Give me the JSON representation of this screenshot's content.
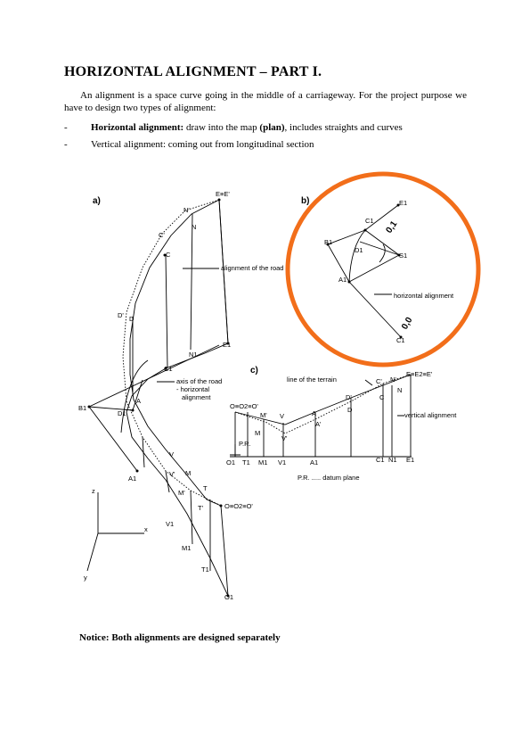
{
  "title": "HORIZONTAL ALIGNMENT – PART I.",
  "intro": "An alignment is a space curve going in the middle of a carriageway. For the project purpose we have to design two types of alignment:",
  "bullets": [
    {
      "dash": "-",
      "bold": "Horizontal alignment:",
      "mid": " draw into the map ",
      "bold2": "(plan)",
      "rest": ", includes straights and curves"
    },
    {
      "dash": "-",
      "text": "Vertical alignment: coming out from longitudinal section"
    }
  ],
  "figure": {
    "panel_a": {
      "tag": "a)",
      "labels": {
        "E": "E≡E'",
        "N_": "N'",
        "N": "N",
        "C_": "C'",
        "C": "C",
        "align": "alignment of the road",
        "D_": "D'",
        "D": "D",
        "E1": "E1",
        "N1": "N1",
        "C1": "C1",
        "axis1": "axis of the road",
        "axis2": "- horizontal",
        "axis3": "alignment",
        "B1": "B1",
        "D1": "D1",
        "A": "A",
        "A1": "A1",
        "V": "V",
        "V_": "V'",
        "M": "M",
        "M_": "M'",
        "T": "T",
        "T_": "T'",
        "O": "O≡O2≡O'",
        "V1": "V1",
        "M1": "M1",
        "T1": "T1",
        "O1": "O1",
        "x": "x",
        "y": "y",
        "z": "z"
      }
    },
    "panel_b": {
      "tag": "b)",
      "labels": {
        "E1": "E1",
        "C1": "C1",
        "r": "0,1",
        "B1": "B1",
        "D1": "D1",
        "S1": "S1",
        "A1": "A1",
        "halign": "horizontal alignment",
        "r0": "0,0",
        "C1b": "C1"
      },
      "ring_color": "#f26e1a"
    },
    "panel_c": {
      "tag": "c)",
      "labels": {
        "terrain": "line of the terrain",
        "E": "E≡E2≡E'",
        "C_": "C'",
        "N_": "N'",
        "N": "N",
        "C": "C",
        "D_": "D'",
        "D": "D",
        "valign": "vertical alignment",
        "O": "O≡O2≡O'",
        "M_": "M'",
        "V": "V",
        "A": "A",
        "A_": "A'",
        "M": "M",
        "V_": "V'",
        "PR": "P.R.",
        "O1": "O1",
        "T1": "T1",
        "M1": "M1",
        "V1": "V1",
        "A1": "A1",
        "C1": "C1",
        "N1": "N1",
        "E1": "E1",
        "datum": "P.R. ..... datum plane"
      }
    }
  },
  "notice": "Notice: Both alignments are designed separately"
}
